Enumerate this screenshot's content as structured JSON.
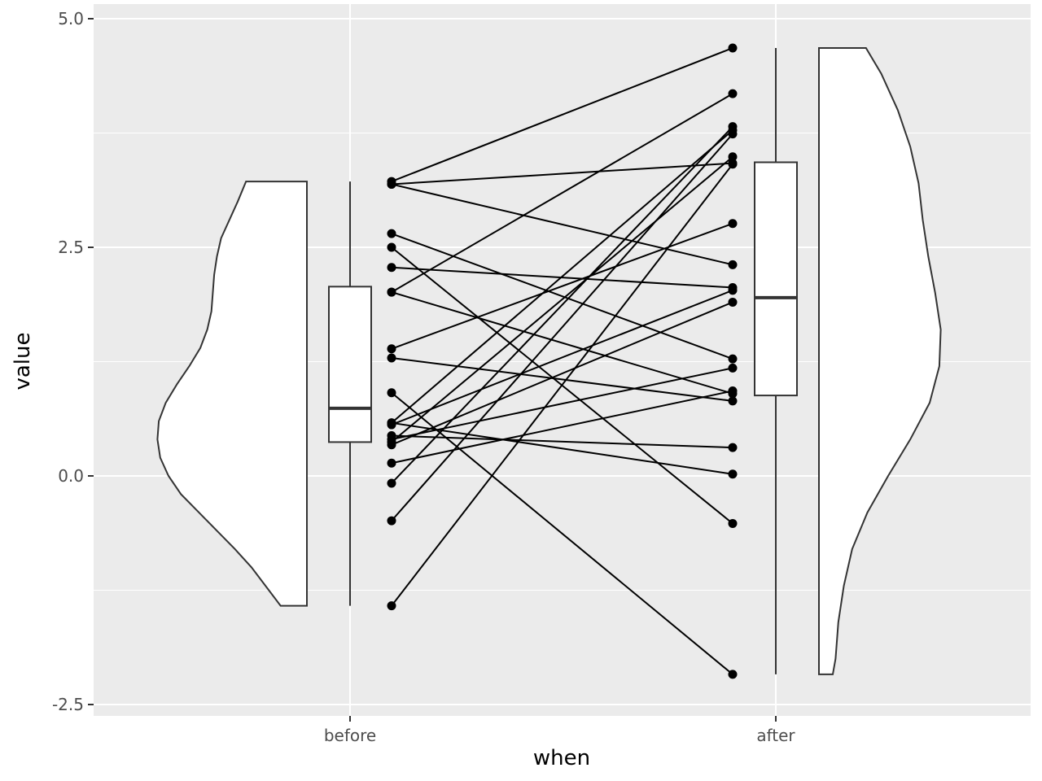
{
  "chart_data": {
    "type": "raincloud",
    "xlabel": "when",
    "ylabel": "value",
    "categories": [
      "before",
      "after"
    ],
    "ylim": [
      -2.5,
      5.0
    ],
    "yticks": [
      -2.5,
      0.0,
      2.5,
      5.0
    ],
    "ytick_labels": [
      "-2.5",
      "0.0",
      "2.5",
      "5.0"
    ],
    "grid": true,
    "colors": {
      "panel": "#ebebeb",
      "grid": "#ffffff",
      "fill": "#ffffff",
      "outline": "#333333",
      "point": "#000000",
      "line": "#000000",
      "text": "#4d4d4d"
    },
    "pairs": [
      {
        "before": 3.22,
        "after": 4.68
      },
      {
        "before": 3.19,
        "after": 3.42
      },
      {
        "before": 3.19,
        "after": 2.31
      },
      {
        "before": 2.65,
        "after": 1.28
      },
      {
        "before": 2.5,
        "after": -0.52
      },
      {
        "before": 2.28,
        "after": 2.06
      },
      {
        "before": 2.01,
        "after": 4.18
      },
      {
        "before": 2.01,
        "after": 0.9
      },
      {
        "before": 1.39,
        "after": 2.76
      },
      {
        "before": 1.29,
        "after": 0.82
      },
      {
        "before": 0.91,
        "after": -2.17
      },
      {
        "before": 0.58,
        "after": 3.78
      },
      {
        "before": 0.58,
        "after": 0.02
      },
      {
        "before": 0.56,
        "after": 2.03
      },
      {
        "before": 0.44,
        "after": 0.31
      },
      {
        "before": 0.4,
        "after": 1.18
      },
      {
        "before": 0.37,
        "after": 3.49
      },
      {
        "before": 0.34,
        "after": 1.9
      },
      {
        "before": 0.14,
        "after": 0.93
      },
      {
        "before": -0.08,
        "after": 3.82
      },
      {
        "before": -0.49,
        "after": 3.74
      },
      {
        "before": -1.42,
        "after": 3.41
      }
    ],
    "boxplots": [
      {
        "group": "before",
        "min": -1.42,
        "q1": 0.37,
        "median": 0.74,
        "q3": 2.07,
        "max": 3.22
      },
      {
        "group": "after",
        "min": -2.17,
        "q1": 0.88,
        "median": 1.95,
        "q3": 3.43,
        "max": 4.68
      }
    ],
    "densities": [
      {
        "group": "before",
        "side": "left",
        "y": [
          -1.42,
          -1.2,
          -1.0,
          -0.8,
          -0.6,
          -0.4,
          -0.2,
          0.0,
          0.2,
          0.4,
          0.6,
          0.8,
          1.0,
          1.2,
          1.4,
          1.6,
          1.8,
          2.0,
          2.2,
          2.4,
          2.6,
          2.8,
          3.0,
          3.22
        ],
        "width": [
          0.19,
          0.3,
          0.4,
          0.52,
          0.65,
          0.78,
          0.91,
          1.0,
          1.06,
          1.08,
          1.07,
          1.02,
          0.94,
          0.85,
          0.77,
          0.72,
          0.69,
          0.68,
          0.67,
          0.65,
          0.62,
          0.56,
          0.5,
          0.44
        ]
      },
      {
        "group": "after",
        "side": "right",
        "y": [
          -2.17,
          -2.0,
          -1.6,
          -1.2,
          -0.8,
          -0.4,
          0.0,
          0.4,
          0.8,
          1.2,
          1.6,
          2.0,
          2.4,
          2.8,
          3.2,
          3.6,
          4.0,
          4.4,
          4.68
        ],
        "width": [
          0.1,
          0.12,
          0.14,
          0.18,
          0.24,
          0.35,
          0.5,
          0.66,
          0.8,
          0.87,
          0.88,
          0.84,
          0.79,
          0.75,
          0.72,
          0.66,
          0.57,
          0.45,
          0.34
        ]
      }
    ]
  }
}
